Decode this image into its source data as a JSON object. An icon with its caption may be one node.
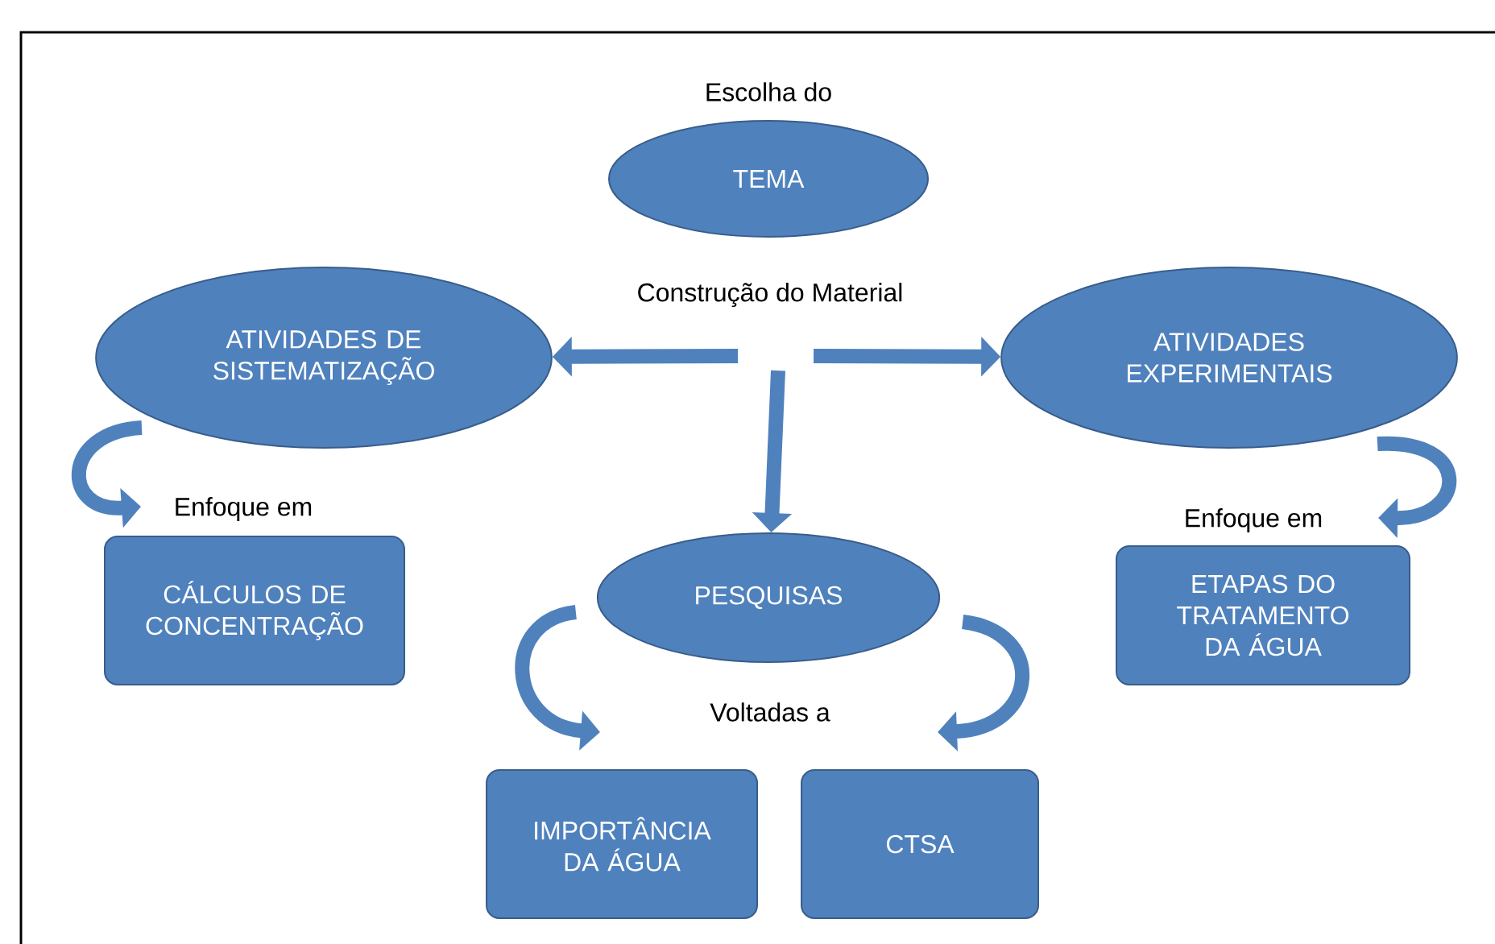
{
  "diagram": {
    "nodes": [
      {
        "text": [
          "TEMA"
        ],
        "beside": [
          "Escolha do"
        ]
      },
      {
        "text": [
          "ATIVIDADES DE SISTEMATIZAÇÃO"
        ]
      },
      {
        "text": [
          "ATIVIDADES EXPERIMENTAIS"
        ]
      },
      {
        "text": [
          "CÁLCULOS DE CONCENTRAÇÃO"
        ]
      },
      {
        "text": [
          "PESQUISAS"
        ]
      },
      {
        "text": [
          "ETAPAS DO TRATAMENTO DA ÁGUA"
        ]
      },
      {
        "text": [
          "IMPORTÂNCIA DA ÁGUA"
        ]
      },
      {
        "text": [
          "CTSA"
        ]
      }
    ],
    "edges": [
      {
        "from": null,
        "to": 1,
        "arrow": "to"
      },
      {
        "from": null,
        "to": 2,
        "arrow": "to"
      },
      {
        "from": null,
        "to": 4,
        "arrow": "to"
      },
      {
        "from": 1,
        "to": 3,
        "arrow": "to",
        "label": "Enfoque em"
      },
      {
        "from": 2,
        "to": 5,
        "arrow": "to",
        "label": "Enfoque em"
      },
      {
        "from": 4,
        "to": 6,
        "arrow": "to"
      },
      {
        "from": 4,
        "to": 7,
        "arrow": "to"
      }
    ],
    "labels": [
      "Construção do Material",
      "Voltadas a"
    ]
  }
}
